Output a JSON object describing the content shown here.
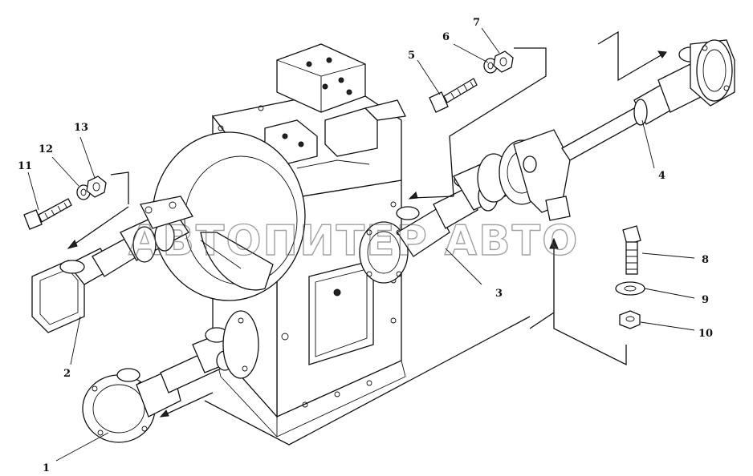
{
  "watermark": "АВТОПИТЕР АВТО",
  "callouts": [
    {
      "id": "1",
      "label": "1"
    },
    {
      "id": "2",
      "label": "2"
    },
    {
      "id": "3",
      "label": "3"
    },
    {
      "id": "4",
      "label": "4"
    },
    {
      "id": "5",
      "label": "5"
    },
    {
      "id": "6",
      "label": "6"
    },
    {
      "id": "7",
      "label": "7"
    },
    {
      "id": "8",
      "label": "8"
    },
    {
      "id": "9",
      "label": "9"
    },
    {
      "id": "10",
      "label": "10"
    },
    {
      "id": "11",
      "label": "11"
    },
    {
      "id": "12",
      "label": "12"
    },
    {
      "id": "13",
      "label": "13"
    }
  ]
}
